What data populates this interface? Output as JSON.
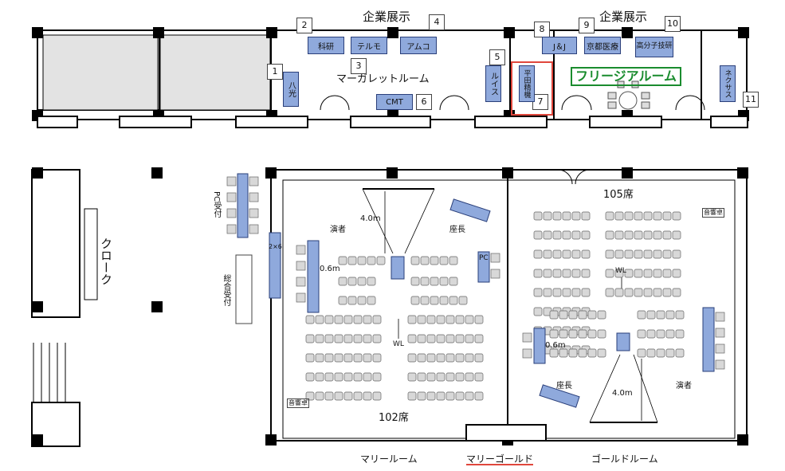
{
  "top": {
    "exhibit_left": "企業展示",
    "exhibit_right": "企業展示",
    "margaret_room": "マーガレットルーム",
    "freesia_room": "フリージアルーム",
    "booths": [
      {
        "no": "1",
        "name": "八光"
      },
      {
        "no": "2",
        "name": "科研"
      },
      {
        "no": "3",
        "name": "テルモ"
      },
      {
        "no": "4",
        "name": "アムコ"
      },
      {
        "no": "5",
        "name": "ルイス"
      },
      {
        "no": "6",
        "name": "CMT"
      },
      {
        "no": "7",
        "name": "平田精機"
      },
      {
        "no": "8",
        "name": "J＆J"
      },
      {
        "no": "9",
        "name": "京都医療"
      },
      {
        "no": "10",
        "name": "高分子技研"
      },
      {
        "no": "11",
        "name": "ネクサス"
      }
    ],
    "numbers_only": [
      "3"
    ]
  },
  "bottom": {
    "cloak": "クローク",
    "pc_reception": "PC受付",
    "general_reception": "総合受付",
    "twox6": "2×6",
    "room102": {
      "seats": "102席",
      "speaker": "演者",
      "chair": "座長",
      "dist1": "4.0m",
      "dist2": "0.6m",
      "wl": "WL",
      "pc": "PC",
      "sound": "音響卓"
    },
    "room105": {
      "seats": "105席",
      "speaker": "演者",
      "chair": "座長",
      "dist1": "4.0m",
      "dist2": "0.6m",
      "wl": "WL",
      "sound": "音響卓"
    },
    "mary_room": "マリールーム",
    "mary_gold": "マリーゴールド",
    "gold_room": "ゴールドルーム"
  },
  "colors": {
    "booth": "#8fa9dc",
    "highlight_box": "#e0473c",
    "freesia_green": "#1a8c2e",
    "wall": "#000000"
  }
}
